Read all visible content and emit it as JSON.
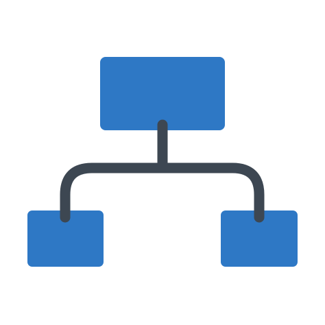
{
  "icon": {
    "name": "hierarchy-icon",
    "colors": {
      "box_fill": "#2e78c5",
      "connector_stroke": "#3d4752",
      "background": "#ffffff"
    },
    "nodes": [
      "top-node",
      "bottom-left-node",
      "bottom-right-node"
    ]
  }
}
